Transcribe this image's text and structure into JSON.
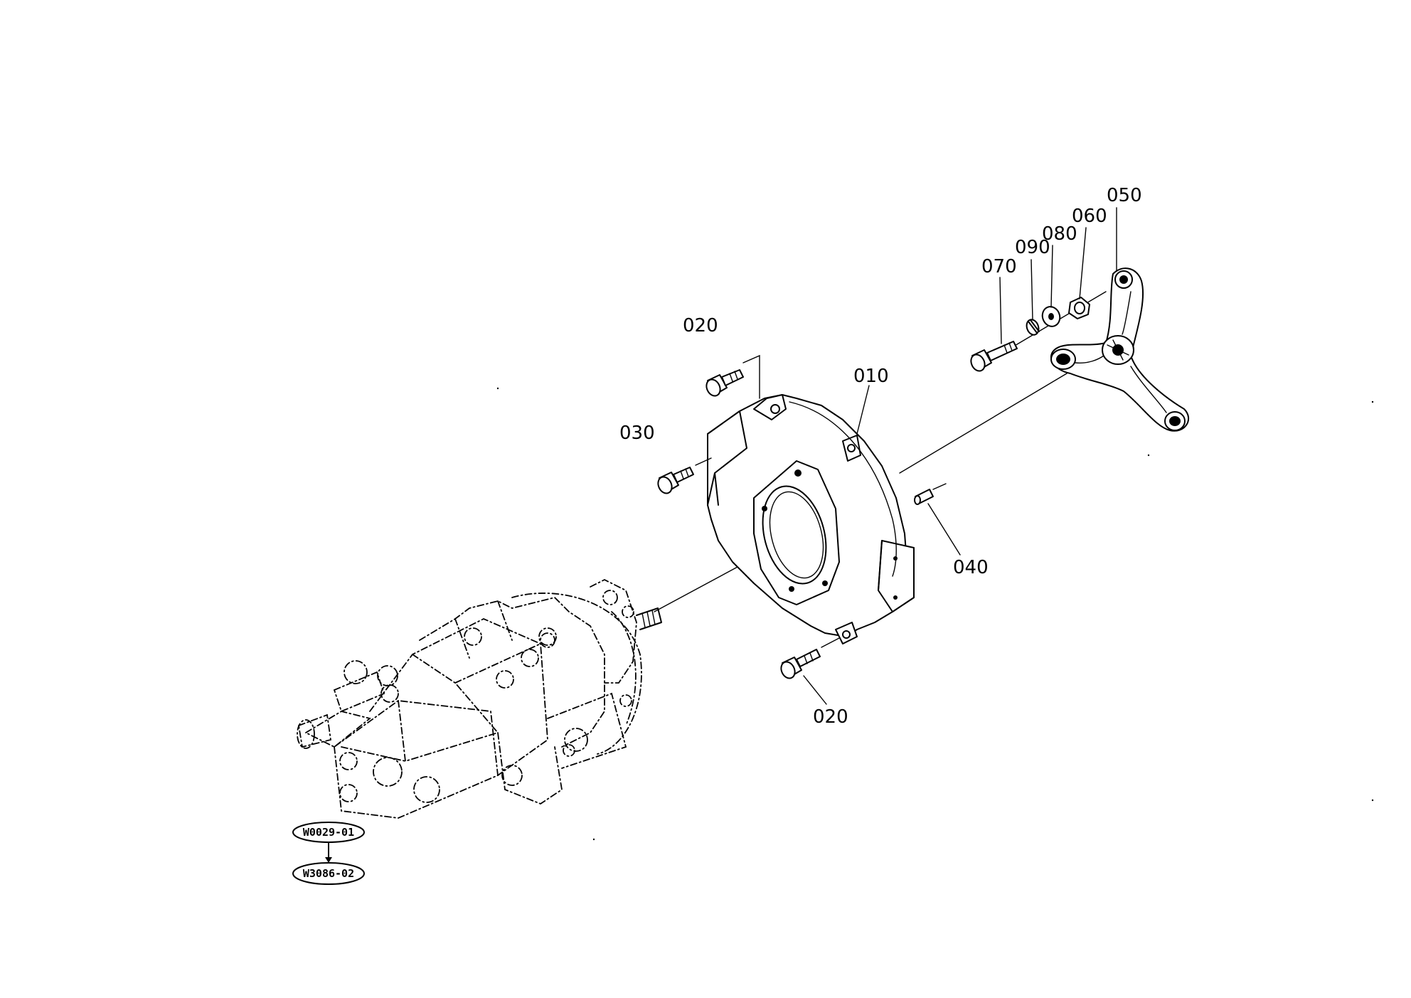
{
  "parts": {
    "p010": "010",
    "p020_top": "020",
    "p020_bottom": "020",
    "p030": "030",
    "p040": "040",
    "p050": "050",
    "p060": "060",
    "p070": "070",
    "p080": "080",
    "p090": "090"
  },
  "refs": {
    "ref_a": "W0029-01",
    "ref_b": "W3086-02"
  }
}
